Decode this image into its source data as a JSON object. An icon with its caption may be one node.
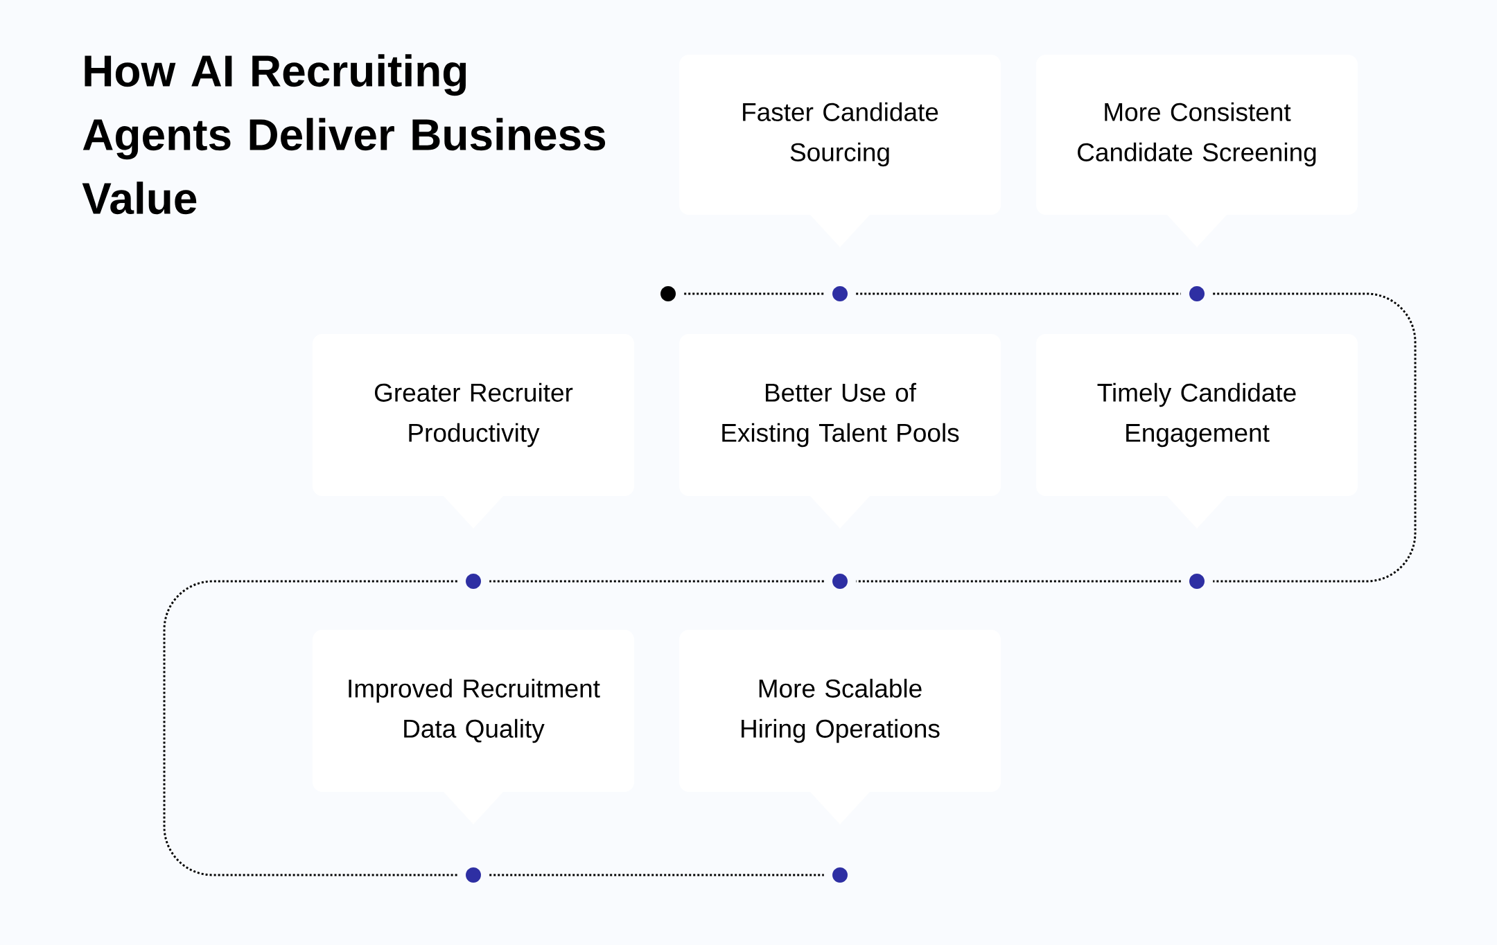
{
  "diagram": {
    "title": "How AI Recruiting Agents Deliver Business Value",
    "nodes": [
      {
        "text": [
          "Faster Candidate Sourcing"
        ]
      },
      {
        "text": [
          "More Consistent Candidate Screening"
        ]
      },
      {
        "text": [
          "Greater Recruiter Productivity"
        ]
      },
      {
        "text": [
          "Better Use of Existing Talent Pools"
        ]
      },
      {
        "text": [
          "Timely Candidate Engagement"
        ]
      },
      {
        "text": [
          "Improved Recruitment Data Quality"
        ]
      },
      {
        "text": [
          "More Scalable Hiring Operations"
        ]
      },
      {
        "text": [],
        "shape": "circle"
      },
      {
        "text": [],
        "shape": "circle"
      },
      {
        "text": [],
        "shape": "circle"
      },
      {
        "text": [],
        "shape": "circle"
      },
      {
        "text": [],
        "shape": "circle"
      },
      {
        "text": [],
        "shape": "circle"
      },
      {
        "text": [],
        "shape": "circle"
      },
      {
        "text": [],
        "shape": "circle"
      }
    ],
    "edges": [
      {
        "from": 7,
        "to": 8,
        "arrow": "none"
      },
      {
        "from": 8,
        "to": 9,
        "arrow": "none"
      },
      {
        "from": 9,
        "to": 12,
        "arrow": "none"
      },
      {
        "from": 12,
        "to": 11,
        "arrow": "none"
      },
      {
        "from": 11,
        "to": 10,
        "arrow": "none"
      },
      {
        "from": 10,
        "to": 13,
        "arrow": "none"
      },
      {
        "from": 13,
        "to": 14,
        "arrow": "none"
      }
    ]
  }
}
